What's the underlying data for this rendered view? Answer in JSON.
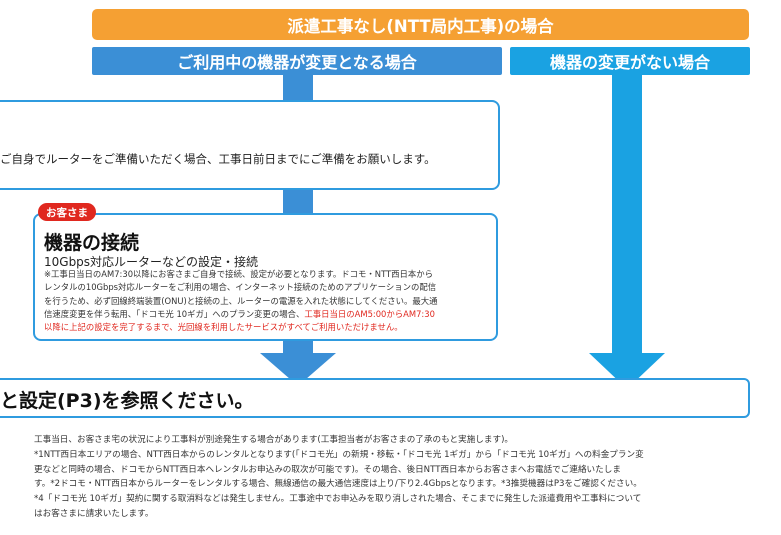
{
  "banner": {
    "title": "派遣工事なし(NTT局内工事)の場合"
  },
  "headers": {
    "left": "ご利用中の機器が変更となる場合",
    "right": "機器の変更がない場合"
  },
  "box1": {
    "text": "ご自身でルーターをご準備いただく場合、工事日前日までにご準備をお願いします。"
  },
  "box2": {
    "badge": "お客さま",
    "title": "機器の接続",
    "subtitle": "10Gbps対応ルーターなどの設定・接続",
    "note_lines": [
      "※工事日当日のAM7:30以降にお客さまご自身で接続、設定が必要となります。ドコモ・NTT西日本から",
      "レンタルの10Gbps対応ルーターをご利用の場合、インターネット接続のためのアプリケーションの配信",
      "を行うため、必ず回線終端装置(ONU)と接続の上、ルーターの電源を入れた状態にしてください。最大通",
      "信速度変更を伴う転用、「ドコモ光 10ギガ」へのプラン変更の場合、"
    ],
    "note_red_1": "工事日当日のAM5:00からAM7:30",
    "note_red_2": "以降に上記の設定を完了するまで、光回線を利用したサービスがすべてご利用いただけません。"
  },
  "reference": {
    "text": "と設定(P3)を参照ください。"
  },
  "footnotes": [
    "工事当日、お客さま宅の状況により工事料が別途発生する場合があります(工事担当者がお客さまの了承のもと実施します)。",
    "*1NTT西日本エリアの場合、NTT西日本からのレンタルとなります(「ドコモ光」の新規・移転・「ドコモ光 1ギガ」から「ドコモ光 10ギガ」への料金プラン変",
    "更などと同時の場合、ドコモからNTT西日本へレンタルお申込みの取次が可能です)。その場合、後日NTT西日本からお客さまへお電話でご連絡いたしま",
    "す。*2ドコモ・NTT西日本からルーターをレンタルする場合、無線通信の最大通信速度は上り/下り2.4Gbpsとなります。*3推奨機器はP3をご確認ください。",
    "*4「ドコモ光 10ギガ」契約に関する取消料などは発生しません。工事途中でお申込みを取り消しされた場合、そこまでに発生した派遣費用や工事料について",
    "はお客さまに請求いたします。"
  ],
  "colors": {
    "orange": "#f5a033",
    "blue_dark": "#3b8fd6",
    "blue_light": "#1aa2e2",
    "border_blue": "#2f9bdf",
    "red": "#e0281f"
  }
}
